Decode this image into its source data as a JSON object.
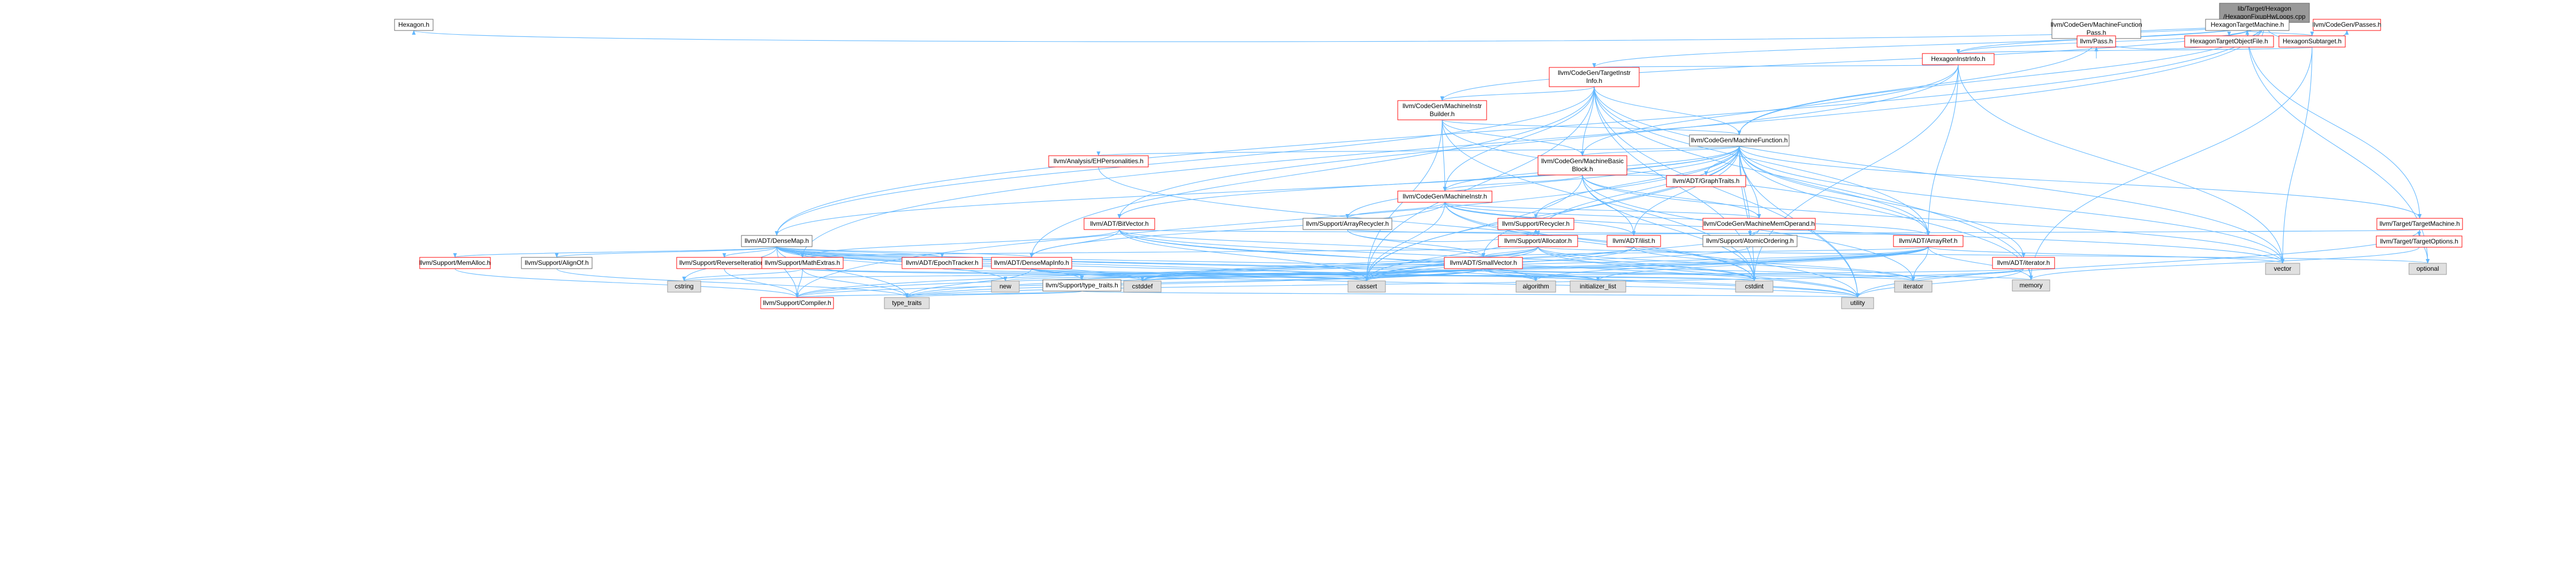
{
  "graph": {
    "colors": {
      "edge": "#63b8ff",
      "root_fill": "#999999",
      "node_fill": "#ffffff",
      "normal_border": "#666666",
      "red_border": "#ff0000",
      "system_fill": "#e0e0e0",
      "system_border": "#999999",
      "text": "#000000"
    },
    "nodes": [
      {
        "id": "root",
        "kind": "root",
        "lines": [
          "lib/Target/Hexagon",
          "/HexagonFixupHwLoops.cpp"
        ]
      },
      {
        "id": "hexagon_h",
        "kind": "normal",
        "lines": [
          "Hexagon.h"
        ]
      },
      {
        "id": "mfpass_h",
        "kind": "normal",
        "lines": [
          "llvm/CodeGen/MachineFunction",
          "Pass.h"
        ]
      },
      {
        "id": "hextm_h",
        "kind": "normal",
        "lines": [
          "HexagonTargetMachine.h"
        ]
      },
      {
        "id": "passes_h",
        "kind": "red",
        "lines": [
          "llvm/CodeGen/Passes.h"
        ]
      },
      {
        "id": "pass_h",
        "kind": "red",
        "lines": [
          "llvm/Pass.h"
        ]
      },
      {
        "id": "hextof_h",
        "kind": "red",
        "lines": [
          "HexagonTargetObjectFile.h"
        ]
      },
      {
        "id": "hexsub_h",
        "kind": "red",
        "lines": [
          "HexagonSubtarget.h"
        ]
      },
      {
        "id": "hexinstr_h",
        "kind": "red",
        "lines": [
          "HexagonInstrInfo.h"
        ]
      },
      {
        "id": "tii_h",
        "kind": "red",
        "lines": [
          "llvm/CodeGen/TargetInstr",
          "Info.h"
        ]
      },
      {
        "id": "mib_h",
        "kind": "red",
        "lines": [
          "llvm/CodeGen/MachineInstr",
          "Builder.h"
        ]
      },
      {
        "id": "mf_h",
        "kind": "normal",
        "lines": [
          "llvm/CodeGen/MachineFunction.h"
        ]
      },
      {
        "id": "ehp_h",
        "kind": "red",
        "lines": [
          "llvm/Analysis/EHPersonalities.h"
        ]
      },
      {
        "id": "mbb_h",
        "kind": "red",
        "lines": [
          "llvm/CodeGen/MachineBasic",
          "Block.h"
        ]
      },
      {
        "id": "graphtraits_h",
        "kind": "red",
        "lines": [
          "llvm/ADT/GraphTraits.h"
        ]
      },
      {
        "id": "mi_h",
        "kind": "red",
        "lines": [
          "llvm/CodeGen/MachineInstr.h"
        ]
      },
      {
        "id": "tm_h",
        "kind": "red",
        "lines": [
          "llvm/Target/TargetMachine.h"
        ]
      },
      {
        "id": "bitvector_h",
        "kind": "red",
        "lines": [
          "llvm/ADT/BitVector.h"
        ]
      },
      {
        "id": "arrayrecycler_h",
        "kind": "normal",
        "lines": [
          "llvm/Support/ArrayRecycler.h"
        ]
      },
      {
        "id": "recycler_h",
        "kind": "red",
        "lines": [
          "llvm/Support/Recycler.h"
        ]
      },
      {
        "id": "mmo_h",
        "kind": "red",
        "lines": [
          "llvm/CodeGen/MachineMemOperand.h"
        ]
      },
      {
        "id": "targetoptions_h",
        "kind": "red",
        "lines": [
          "llvm/Target/TargetOptions.h"
        ]
      },
      {
        "id": "densemap_h",
        "kind": "normal",
        "lines": [
          "llvm/ADT/DenseMap.h"
        ]
      },
      {
        "id": "allocator_h",
        "kind": "red",
        "lines": [
          "llvm/Support/Allocator.h"
        ]
      },
      {
        "id": "ilist_h",
        "kind": "red",
        "lines": [
          "llvm/ADT/ilist.h"
        ]
      },
      {
        "id": "atomicordering_h",
        "kind": "normal",
        "lines": [
          "llvm/Support/AtomicOrdering.h"
        ]
      },
      {
        "id": "arrayref_h",
        "kind": "red",
        "lines": [
          "llvm/ADT/ArrayRef.h"
        ]
      },
      {
        "id": "memalloc_h",
        "kind": "red",
        "lines": [
          "llvm/Support/MemAlloc.h"
        ]
      },
      {
        "id": "alignof_h",
        "kind": "normal",
        "lines": [
          "llvm/Support/AlignOf.h"
        ]
      },
      {
        "id": "reverseiter_h",
        "kind": "red",
        "lines": [
          "llvm/Support/ReverseIteration.h"
        ]
      },
      {
        "id": "mathextras_h",
        "kind": "red",
        "lines": [
          "llvm/Support/MathExtras.h"
        ]
      },
      {
        "id": "epochtracker_h",
        "kind": "red",
        "lines": [
          "llvm/ADT/EpochTracker.h"
        ]
      },
      {
        "id": "densemapinfo_h",
        "kind": "red",
        "lines": [
          "llvm/ADT/DenseMapInfo.h"
        ]
      },
      {
        "id": "smallvector_h",
        "kind": "red",
        "lines": [
          "llvm/ADT/SmallVector.h"
        ]
      },
      {
        "id": "typetraits_support_h",
        "kind": "normal",
        "lines": [
          "llvm/Support/type_traits.h"
        ]
      },
      {
        "id": "iterator_h",
        "kind": "red",
        "lines": [
          "llvm/ADT/iterator.h"
        ]
      },
      {
        "id": "compiler_h",
        "kind": "red",
        "lines": [
          "llvm/Support/Compiler.h"
        ]
      },
      {
        "id": "sys_vector",
        "kind": "system",
        "lines": [
          "vector"
        ]
      },
      {
        "id": "sys_optional",
        "kind": "system",
        "lines": [
          "optional"
        ]
      },
      {
        "id": "sys_memory",
        "kind": "system",
        "lines": [
          "memory"
        ]
      },
      {
        "id": "sys_cstdint",
        "kind": "system",
        "lines": [
          "cstdint"
        ]
      },
      {
        "id": "sys_cassert",
        "kind": "system",
        "lines": [
          "cassert"
        ]
      },
      {
        "id": "sys_cstddef",
        "kind": "system",
        "lines": [
          "cstddef"
        ]
      },
      {
        "id": "sys_iterator",
        "kind": "system",
        "lines": [
          "iterator"
        ]
      },
      {
        "id": "sys_utility",
        "kind": "system",
        "lines": [
          "utility"
        ]
      },
      {
        "id": "sys_type_traits",
        "kind": "system",
        "lines": [
          "type_traits"
        ]
      },
      {
        "id": "sys_cstring",
        "kind": "system",
        "lines": [
          "cstring"
        ]
      },
      {
        "id": "sys_new",
        "kind": "system",
        "lines": [
          "new"
        ]
      },
      {
        "id": "sys_algorithm",
        "kind": "system",
        "lines": [
          "algorithm"
        ]
      },
      {
        "id": "sys_initializer_list",
        "kind": "system",
        "lines": [
          "initializer_list"
        ]
      }
    ],
    "edges": [
      [
        "root",
        "hexagon_h"
      ],
      [
        "root",
        "mfpass_h"
      ],
      [
        "root",
        "hextm_h"
      ],
      [
        "root",
        "passes_h"
      ],
      [
        "root",
        "pass_h"
      ],
      [
        "root",
        "mib_h"
      ],
      [
        "root",
        "mf_h"
      ],
      [
        "root",
        "tii_h"
      ],
      [
        "root",
        "densemap_h"
      ],
      [
        "root",
        "mathextras_h"
      ],
      [
        "root",
        "hexinstr_h"
      ],
      [
        "mfpass_h",
        "pass_h"
      ],
      [
        "mfpass_h",
        "mf_h"
      ],
      [
        "hextm_h",
        "hextof_h"
      ],
      [
        "hextm_h",
        "hexsub_h"
      ],
      [
        "hextm_h",
        "hexinstr_h"
      ],
      [
        "hextm_h",
        "tm_h"
      ],
      [
        "hextm_h",
        "sys_optional"
      ],
      [
        "hexsub_h",
        "hexinstr_h"
      ],
      [
        "hexsub_h",
        "sys_vector"
      ],
      [
        "hexsub_h",
        "sys_memory"
      ],
      [
        "hexinstr_h",
        "tii_h"
      ],
      [
        "hexinstr_h",
        "mbb_h"
      ],
      [
        "hexinstr_h",
        "arrayref_h"
      ],
      [
        "hexinstr_h",
        "sys_vector"
      ],
      [
        "hexinstr_h",
        "sys_cstdint"
      ],
      [
        "hexinstr_h",
        "bitvector_h"
      ],
      [
        "tii_h",
        "mib_h"
      ],
      [
        "tii_h",
        "mf_h"
      ],
      [
        "tii_h",
        "mbb_h"
      ],
      [
        "tii_h",
        "mi_h"
      ],
      [
        "tii_h",
        "densemap_h"
      ],
      [
        "tii_h",
        "densemapinfo_h"
      ],
      [
        "tii_h",
        "arrayref_h"
      ],
      [
        "tii_h",
        "sys_vector"
      ],
      [
        "tii_h",
        "sys_utility"
      ],
      [
        "tii_h",
        "sys_cassert"
      ],
      [
        "tii_h",
        "sys_cstdint"
      ],
      [
        "tii_h",
        "sys_memory"
      ],
      [
        "mib_h",
        "mf_h"
      ],
      [
        "mib_h",
        "mbb_h"
      ],
      [
        "mib_h",
        "mi_h"
      ],
      [
        "mib_h",
        "arrayref_h"
      ],
      [
        "mib_h",
        "sys_cassert"
      ],
      [
        "mib_h",
        "sys_cstdint"
      ],
      [
        "mf_h",
        "ehp_h"
      ],
      [
        "mf_h",
        "mbb_h"
      ],
      [
        "mf_h",
        "graphtraits_h"
      ],
      [
        "mf_h",
        "mi_h"
      ],
      [
        "mf_h",
        "bitvector_h"
      ],
      [
        "mf_h",
        "arrayrecycler_h"
      ],
      [
        "mf_h",
        "recycler_h"
      ],
      [
        "mf_h",
        "mmo_h"
      ],
      [
        "mf_h",
        "densemap_h"
      ],
      [
        "mf_h",
        "allocator_h"
      ],
      [
        "mf_h",
        "ilist_h"
      ],
      [
        "mf_h",
        "atomicordering_h"
      ],
      [
        "mf_h",
        "arrayref_h"
      ],
      [
        "mf_h",
        "smallvector_h"
      ],
      [
        "mf_h",
        "iterator_h"
      ],
      [
        "mf_h",
        "sys_vector"
      ],
      [
        "mf_h",
        "sys_memory"
      ],
      [
        "mf_h",
        "sys_utility"
      ],
      [
        "mf_h",
        "sys_cassert"
      ],
      [
        "mf_h",
        "sys_cstdint"
      ],
      [
        "mf_h",
        "compiler_h"
      ],
      [
        "mf_h",
        "tm_h"
      ],
      [
        "ehp_h",
        "sys_cstdint"
      ],
      [
        "mbb_h",
        "mi_h"
      ],
      [
        "mbb_h",
        "graphtraits_h"
      ],
      [
        "mbb_h",
        "ilist_h"
      ],
      [
        "mbb_h",
        "mmo_h"
      ],
      [
        "mbb_h",
        "sys_vector"
      ],
      [
        "mbb_h",
        "sys_cassert"
      ],
      [
        "mbb_h",
        "sys_iterator"
      ],
      [
        "mbb_h",
        "sys_cstdint"
      ],
      [
        "mi_h",
        "densemapinfo_h"
      ],
      [
        "mi_h",
        "arrayref_h"
      ],
      [
        "mi_h",
        "ilist_h"
      ],
      [
        "mi_h",
        "mmo_h"
      ],
      [
        "mi_h",
        "arrayrecycler_h"
      ],
      [
        "mi_h",
        "sys_vector"
      ],
      [
        "mi_h",
        "sys_cassert"
      ],
      [
        "mi_h",
        "sys_cstdint"
      ],
      [
        "mi_h",
        "sys_utility"
      ],
      [
        "tm_h",
        "targetoptions_h"
      ],
      [
        "tm_h",
        "sys_optional"
      ],
      [
        "tm_h",
        "sys_utility"
      ],
      [
        "tm_h",
        "allocator_h"
      ],
      [
        "bitvector_h",
        "mathextras_h"
      ],
      [
        "bitvector_h",
        "arrayref_h"
      ],
      [
        "bitvector_h",
        "sys_cassert"
      ],
      [
        "bitvector_h",
        "sys_utility"
      ],
      [
        "bitvector_h",
        "sys_cstdint"
      ],
      [
        "bitvector_h",
        "sys_algorithm"
      ],
      [
        "bitvector_h",
        "smallvector_h"
      ],
      [
        "bitvector_h",
        "densemapinfo_h"
      ],
      [
        "arrayrecycler_h",
        "recycler_h"
      ],
      [
        "arrayrecycler_h",
        "smallvector_h"
      ],
      [
        "arrayrecycler_h",
        "allocator_h"
      ],
      [
        "recycler_h",
        "allocator_h"
      ],
      [
        "recycler_h",
        "sys_cassert"
      ],
      [
        "mmo_h",
        "atomicordering_h"
      ],
      [
        "mmo_h",
        "sys_cassert"
      ],
      [
        "targetoptions_h",
        "sys_memory"
      ],
      [
        "densemap_h",
        "densemapinfo_h"
      ],
      [
        "densemap_h",
        "epochtracker_h"
      ],
      [
        "densemap_h",
        "alignof_h"
      ],
      [
        "densemap_h",
        "compiler_h"
      ],
      [
        "densemap_h",
        "mathextras_h"
      ],
      [
        "densemap_h",
        "memalloc_h"
      ],
      [
        "densemap_h",
        "reverseiter_h"
      ],
      [
        "densemap_h",
        "typetraits_support_h"
      ],
      [
        "densemap_h",
        "sys_algorithm"
      ],
      [
        "densemap_h",
        "sys_cassert"
      ],
      [
        "densemap_h",
        "sys_cstddef"
      ],
      [
        "densemap_h",
        "sys_cstring"
      ],
      [
        "densemap_h",
        "sys_initializer_list"
      ],
      [
        "densemap_h",
        "sys_iterator"
      ],
      [
        "densemap_h",
        "sys_new"
      ],
      [
        "densemap_h",
        "sys_type_traits"
      ],
      [
        "densemap_h",
        "sys_utility"
      ],
      [
        "allocator_h",
        "compiler_h"
      ],
      [
        "allocator_h",
        "mathextras_h"
      ],
      [
        "allocator_h",
        "sys_cassert"
      ],
      [
        "allocator_h",
        "sys_cstddef"
      ],
      [
        "allocator_h",
        "sys_cstdint"
      ],
      [
        "allocator_h",
        "sys_iterator"
      ],
      [
        "allocator_h",
        "sys_optional"
      ],
      [
        "allocator_h",
        "sys_utility"
      ],
      [
        "allocator_h",
        "smallvector_h"
      ],
      [
        "ilist_h",
        "sys_cassert"
      ],
      [
        "ilist_h",
        "sys_cstddef"
      ],
      [
        "ilist_h",
        "sys_iterator"
      ],
      [
        "atomicordering_h",
        "sys_cstddef"
      ],
      [
        "arrayref_h",
        "smallvector_h"
      ],
      [
        "arrayref_h",
        "sys_algorithm"
      ],
      [
        "arrayref_h",
        "sys_cassert"
      ],
      [
        "arrayref_h",
        "sys_cstddef"
      ],
      [
        "arrayref_h",
        "sys_initializer_list"
      ],
      [
        "arrayref_h",
        "sys_iterator"
      ],
      [
        "arrayref_h",
        "sys_memory"
      ],
      [
        "arrayref_h",
        "sys_type_traits"
      ],
      [
        "arrayref_h",
        "sys_vector"
      ],
      [
        "arrayref_h",
        "compiler_h"
      ],
      [
        "memalloc_h",
        "compiler_h"
      ],
      [
        "memalloc_h",
        "sys_cstdlib_dummy"
      ],
      [
        "alignof_h",
        "sys_type_traits"
      ],
      [
        "reverseiter_h",
        "compiler_h"
      ],
      [
        "mathextras_h",
        "compiler_h"
      ],
      [
        "mathextras_h",
        "sys_cassert"
      ],
      [
        "mathextras_h",
        "sys_cstdint"
      ],
      [
        "mathextras_h",
        "sys_cstring"
      ],
      [
        "mathextras_h",
        "sys_type_traits"
      ],
      [
        "epochtracker_h",
        "sys_cstdint"
      ],
      [
        "densemapinfo_h",
        "sys_cassert"
      ],
      [
        "densemapinfo_h",
        "sys_cstddef"
      ],
      [
        "densemapinfo_h",
        "sys_cstdint"
      ],
      [
        "densemapinfo_h",
        "sys_type_traits"
      ],
      [
        "densemapinfo_h",
        "sys_utility"
      ],
      [
        "densemapinfo_h",
        "sys_tuple_dummy"
      ],
      [
        "smallvector_h",
        "compiler_h"
      ],
      [
        "smallvector_h",
        "typetraits_support_h"
      ],
      [
        "smallvector_h",
        "sys_algorithm"
      ],
      [
        "smallvector_h",
        "sys_cassert"
      ],
      [
        "smallvector_h",
        "sys_cstddef"
      ],
      [
        "smallvector_h",
        "sys_cstring"
      ],
      [
        "smallvector_h",
        "sys_initializer_list"
      ],
      [
        "smallvector_h",
        "sys_iterator"
      ],
      [
        "smallvector_h",
        "sys_memory"
      ],
      [
        "smallvector_h",
        "sys_new"
      ],
      [
        "smallvector_h",
        "sys_type_traits"
      ],
      [
        "smallvector_h",
        "sys_utility"
      ],
      [
        "typetraits_support_h",
        "compiler_h"
      ],
      [
        "typetraits_support_h",
        "sys_type_traits"
      ],
      [
        "typetraits_support_h",
        "sys_utility"
      ],
      [
        "iterator_h",
        "sys_cstddef"
      ],
      [
        "iterator_h",
        "sys_iterator"
      ],
      [
        "iterator_h",
        "sys_type_traits"
      ],
      [
        "iterator_h",
        "sys_utility"
      ]
    ]
  }
}
